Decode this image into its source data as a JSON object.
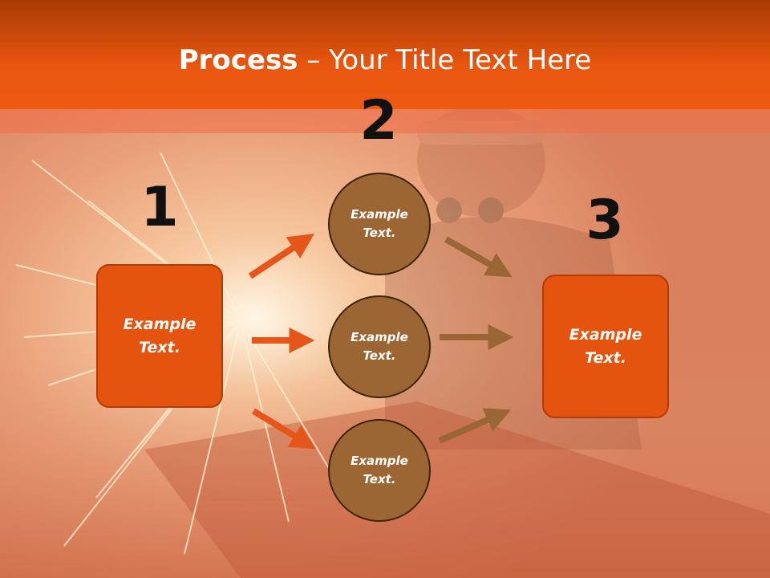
{
  "title": {
    "bold": "Process",
    "rest": " – Your Title Text Here"
  },
  "steps": [
    {
      "number": "1",
      "text": "Example\nText."
    },
    {
      "number": "2",
      "circles": [
        "Example\nText.",
        "Example\nText.",
        "Example\nText."
      ]
    },
    {
      "number": "3",
      "text": "Example\nText."
    }
  ],
  "colors": {
    "title_bar": "#e8560f",
    "box_fill": "#e4540e",
    "circle_fill": "#9c6634",
    "arrow_left": "#e5561a",
    "arrow_right": "#9a6636"
  }
}
